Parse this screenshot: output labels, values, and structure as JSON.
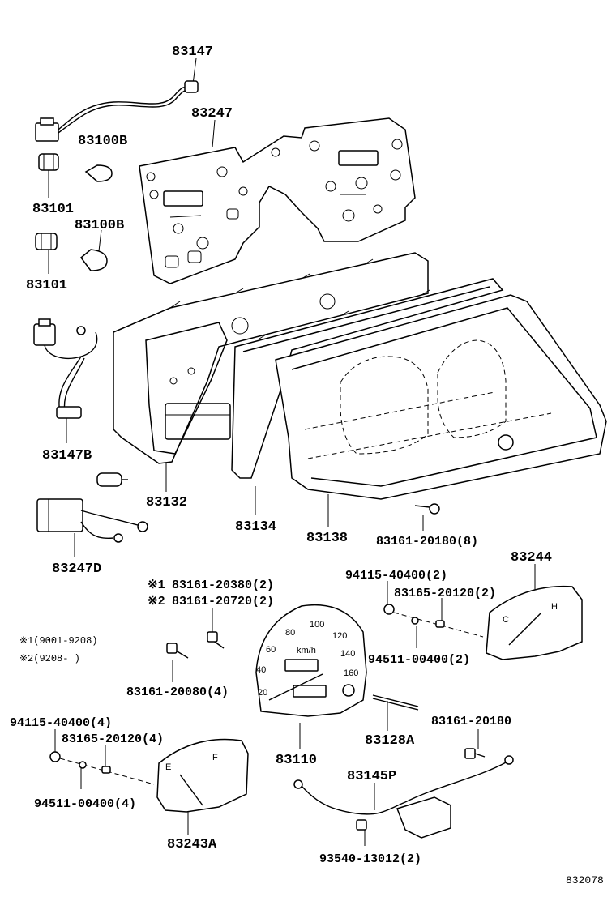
{
  "labels": {
    "p83147": "83147",
    "p83247": "83247",
    "p83100B_1": "83100B",
    "p83101_1": "83101",
    "p83100B_2": "83100B",
    "p83101_2": "83101",
    "p83147B": "83147B",
    "p83132": "83132",
    "p83134": "83134",
    "p83138": "83138",
    "p83161_20180_8": "83161-20180(8)",
    "p83247D": "83247D",
    "p83244": "83244",
    "p94115_40400_2": "94115-40400(2)",
    "p83165_20120_2": "83165-20120(2)",
    "p94511_00400_2": "94511-00400(2)",
    "p83161_20380": "83161-20380(2)",
    "p83161_20720": "83161-20720(2)",
    "p83161_20080_4": "83161-20080(4)",
    "p83110": "83110",
    "p83128A": "83128A",
    "p83161_20180": "83161-20180",
    "p94115_40400_4": "94115-40400(4)",
    "p83165_20120_4": "83165-20120(4)",
    "p94511_00400_4": "94511-00400(4)",
    "p83145P": "83145P",
    "p83243A": "83243A",
    "p93540_13012_2": "93540-13012(2)"
  },
  "marks": {
    "mark1": "※1",
    "mark2": "※2"
  },
  "notes": {
    "note1": "※1(9001-9208)",
    "note2": "※2(9208-      )"
  },
  "speedo": {
    "ticks": [
      "20",
      "40",
      "60",
      "80",
      "100",
      "120",
      "140",
      "160"
    ],
    "unit": "km/h"
  },
  "temp_gauge": {
    "cold": "C",
    "hot": "H"
  },
  "fuel_gauge": {
    "empty": "E",
    "full": "F"
  },
  "figure_id": "832078"
}
